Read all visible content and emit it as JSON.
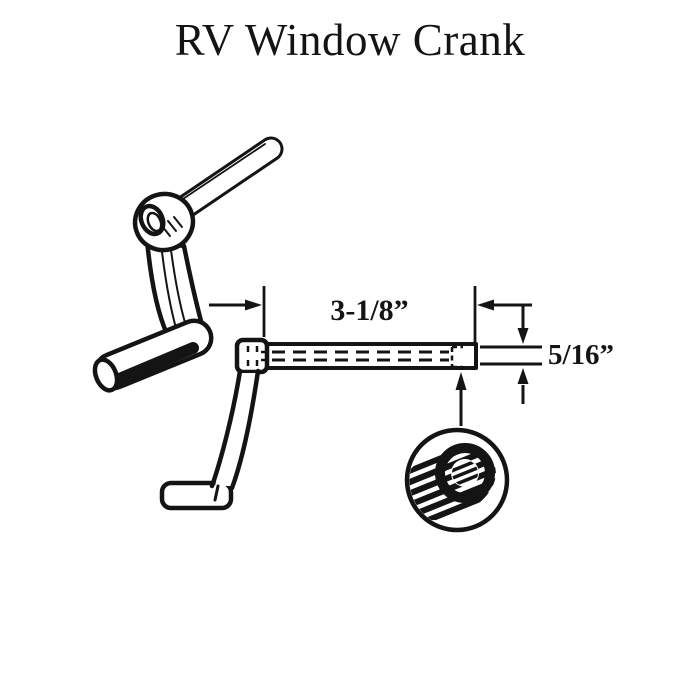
{
  "title": "RV Window Crank",
  "colors": {
    "ink": "#141414",
    "bg": "#ffffff"
  },
  "dimensions": {
    "shaft_length": "3-1/8”",
    "shaft_diameter": "5/16”"
  },
  "views": {
    "perspective_view": "crank-handle-perspective-drawing",
    "side_view": "crank-handle-side-profile-drawing",
    "detail_view": "splined-shaft-end-magnified-detail"
  }
}
